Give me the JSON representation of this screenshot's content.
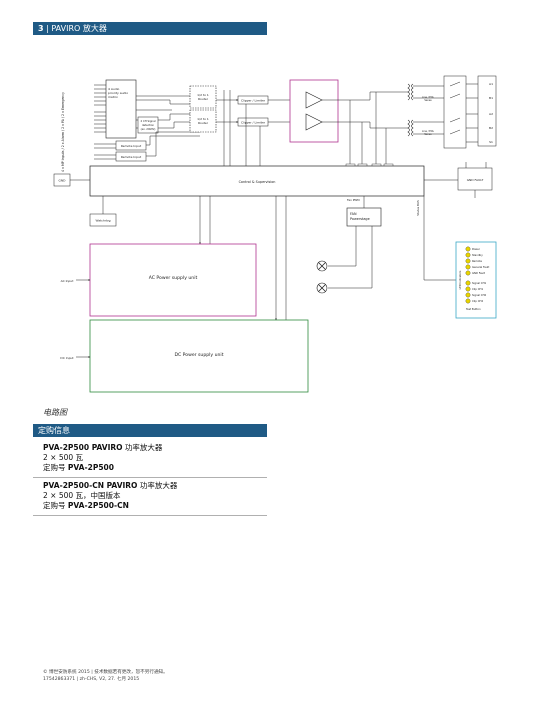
{
  "header": {
    "section_num": "3",
    "separator": " | ",
    "title": "PAVIRO 放大器"
  },
  "diagram": {
    "inputs_vertical": "4 x MP Inputs / 2 x Alarm / 2 x PA / 2 x Emergency",
    "mixing_matrix": [
      "4 Audio",
      "priority audio",
      "matrix"
    ],
    "sig_detect": [
      "2 CH Signal",
      "detection",
      "(ex. 20kHz)"
    ],
    "mux_upper": [
      "1/2 to 1",
      "Router"
    ],
    "mux_lower": [
      "1/2 to 1",
      "Router"
    ],
    "clipper_upper": "Clipper / Limiter",
    "clipper_lower": "Clipper / Limiter",
    "remote_upper": "Remote Input",
    "remote_lower": "Remote Input",
    "control": "Control & Supervision",
    "gnd": "GND",
    "watchdog": "Watchdog",
    "fan_pwm": "Fan PWM",
    "fan": [
      "FAN",
      "Powerstage"
    ],
    "status_bus": "Status BUS",
    "ac_unit": "AC Power supply unit",
    "ac_input": "AC Input",
    "dc_unit": "DC Power supply unit",
    "dc_input": "DC Input",
    "line_monitor": [
      "Line / EOL",
      "Sense",
      "Circuit"
    ],
    "gnd_fault": "GND FAULT",
    "leds_vertical": "LED Indicators",
    "leds": [
      "Power",
      "Standby",
      "Remote",
      "General Fault",
      "GND Fault",
      "Signal CH1",
      "Clip CH1",
      "Signal CH2",
      "Clip CH2",
      "Test Button"
    ],
    "mon_labels": [
      "VM",
      "VM",
      "VM",
      "VM"
    ],
    "out_labels": [
      "A1",
      "B1",
      "A2",
      "B2",
      "S1"
    ]
  },
  "caption": "电路图",
  "order_section": {
    "title": "定购信息"
  },
  "products": [
    {
      "name": "PVA-2P500 PAVIRO",
      "suffix": " 功率放大器",
      "desc": "2 × 500 瓦",
      "order_label": "定购号 ",
      "order_code": "PVA-2P500"
    },
    {
      "name": "PVA-2P500-CN PAVIRO",
      "suffix": " 功率放大器",
      "desc": "2 × 500 瓦，中国版本",
      "order_label": "定购号 ",
      "order_code": "PVA-2P500-CN"
    }
  ],
  "footer": {
    "line1": "© 博世安防系统 2015 | 技术数据若有更改，恕不另行通知。",
    "line2": "17542863371 | zh-CHS, V2, 27. 七月 2015"
  },
  "colors": {
    "accent": "#1f5a85",
    "ac_box": "#b0338f",
    "dc_box": "#2e8b3d",
    "led_box": "#3ba7c6",
    "led_yellow": "#e8d400",
    "amp_box": "#b0338f"
  }
}
